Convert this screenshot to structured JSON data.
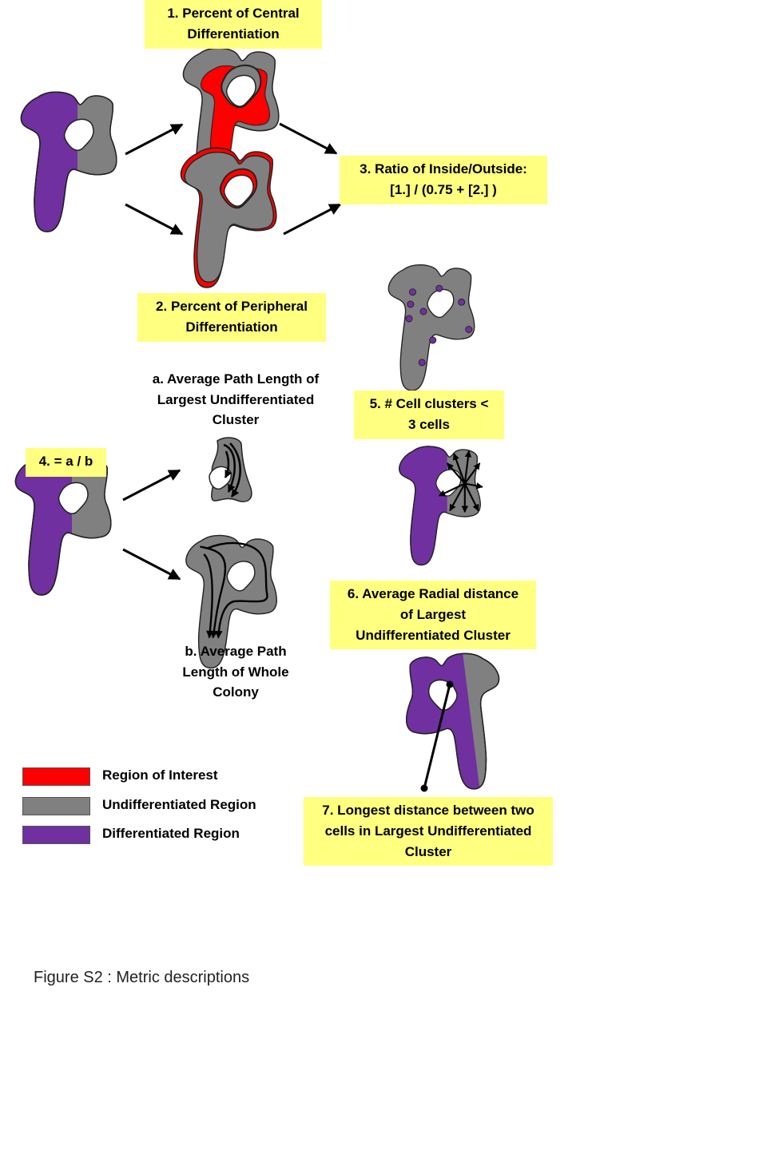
{
  "colors": {
    "region_of_interest": "#ff0000",
    "undifferentiated": "#808080",
    "differentiated": "#7030a0",
    "label_box": "#ffff80"
  },
  "metrics": {
    "m1": [
      "1. Percent of Central",
      "Differentiation"
    ],
    "m2": [
      "2. Percent of Peripheral",
      "Differentiation"
    ],
    "m3": [
      "3. Ratio of Inside/Outside:",
      "[1.] / (0.75 + [2.] )"
    ],
    "m4": "4. = a / b",
    "m4a": [
      "a. Average Path Length of",
      "Largest Undifferentiated",
      "Cluster"
    ],
    "m4b": [
      "b. Average Path",
      "Length of Whole",
      "Colony"
    ],
    "m5": [
      "5. # Cell clusters <",
      "3 cells"
    ],
    "m6": [
      "6. Average Radial distance",
      "of Largest",
      "Undifferentiated Cluster"
    ],
    "m7": [
      "7. Longest distance between two",
      "cells in Largest Undifferentiated",
      "Cluster"
    ]
  },
  "legend": [
    {
      "label": "Region of Interest",
      "color": "#ff0000"
    },
    {
      "label": "Undifferentiated Region",
      "color": "#808080"
    },
    {
      "label": "Differentiated Region",
      "color": "#7030a0"
    }
  ],
  "caption": "Figure S2 : Metric descriptions"
}
